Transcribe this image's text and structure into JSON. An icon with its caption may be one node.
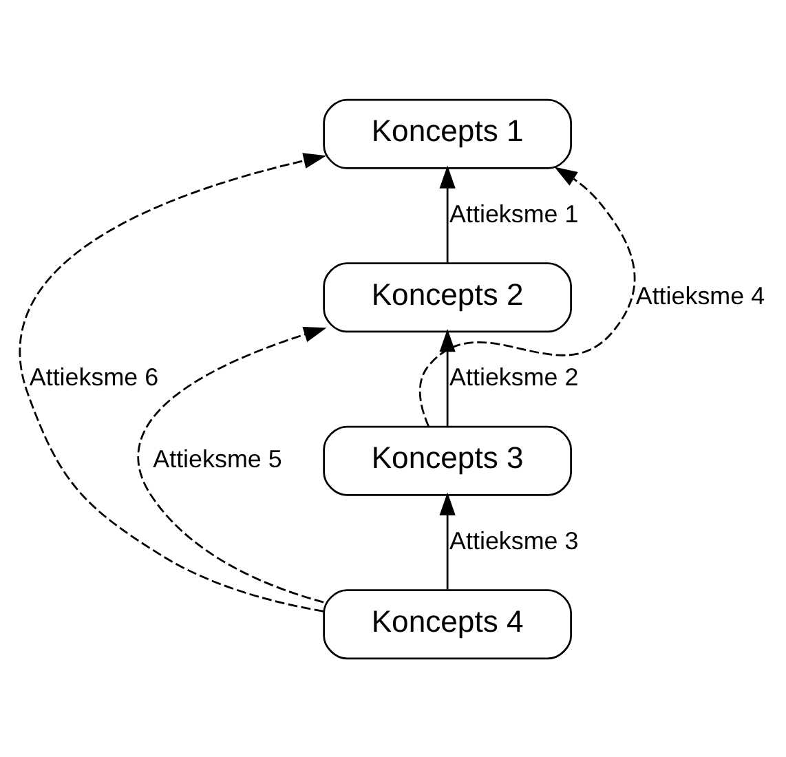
{
  "diagram": {
    "nodes": [
      {
        "text": [
          "Koncepts 1"
        ]
      },
      {
        "text": [
          "Koncepts 2"
        ]
      },
      {
        "text": [
          "Koncepts 3"
        ]
      },
      {
        "text": [
          "Koncepts 4"
        ]
      }
    ],
    "edges": [
      {
        "from": 1,
        "to": 0,
        "arrow": "to",
        "label": "Attieksme 1"
      },
      {
        "from": 2,
        "to": 1,
        "arrow": "to",
        "label": "Attieksme 2"
      },
      {
        "from": 3,
        "to": 2,
        "arrow": "to",
        "label": "Attieksme 3"
      },
      {
        "from": 2,
        "to": 0,
        "arrow": "to",
        "label": "Attieksme 4",
        "style": "dashed"
      },
      {
        "from": 3,
        "to": 1,
        "arrow": "to",
        "label": "Attieksme 5",
        "style": "dashed"
      },
      {
        "from": 3,
        "to": 0,
        "arrow": "to",
        "label": "Attieksme 6",
        "style": "dashed"
      }
    ]
  }
}
